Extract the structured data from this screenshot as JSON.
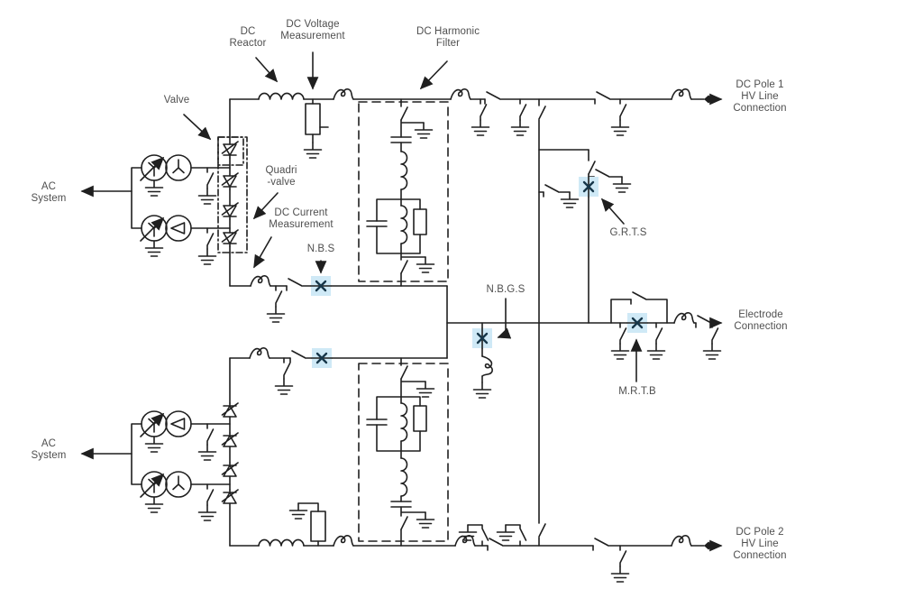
{
  "labels": {
    "dc_reactor": {
      "lines": [
        "DC",
        "Reactor"
      ]
    },
    "dc_voltage_measurement": {
      "lines": [
        "DC Voltage",
        "Measurement"
      ]
    },
    "dc_harmonic_filter": {
      "lines": [
        "DC Harmonic",
        "Filter"
      ]
    },
    "valve": {
      "lines": [
        "Valve"
      ]
    },
    "quadri_valve": {
      "lines": [
        "Quadri",
        "-valve"
      ]
    },
    "dc_current_measurement": {
      "lines": [
        "DC Current",
        "Measurement"
      ]
    },
    "nbs": {
      "lines": [
        "N.B.S"
      ]
    },
    "ac_system_top": {
      "lines": [
        "AC",
        "System"
      ]
    },
    "ac_system_bottom": {
      "lines": [
        "AC",
        "System"
      ]
    },
    "dc_pole_1": {
      "lines": [
        "DC Pole 1",
        "HV Line",
        "Connection"
      ]
    },
    "grts": {
      "lines": [
        "G.R.T.S"
      ]
    },
    "nbgs": {
      "lines": [
        "N.B.G.S"
      ]
    },
    "electrode_connection": {
      "lines": [
        "Electrode",
        "Connection"
      ]
    },
    "mrtb": {
      "lines": [
        "M.R.T.B"
      ]
    },
    "dc_pole_2": {
      "lines": [
        "DC Pole 2",
        "HV Line",
        "Connection"
      ]
    }
  },
  "highlighted_switch_count": 5,
  "highlighted_switch_labels": [
    "N.B.S",
    "N.B.G.S",
    "G.R.T.S",
    "M.R.T.B"
  ],
  "colors": {
    "line": "#1f1f1f",
    "text": "#4f4f4f",
    "switch_highlight": "#cfe9f6",
    "switch_x": "#17374a",
    "background": "#ffffff"
  }
}
